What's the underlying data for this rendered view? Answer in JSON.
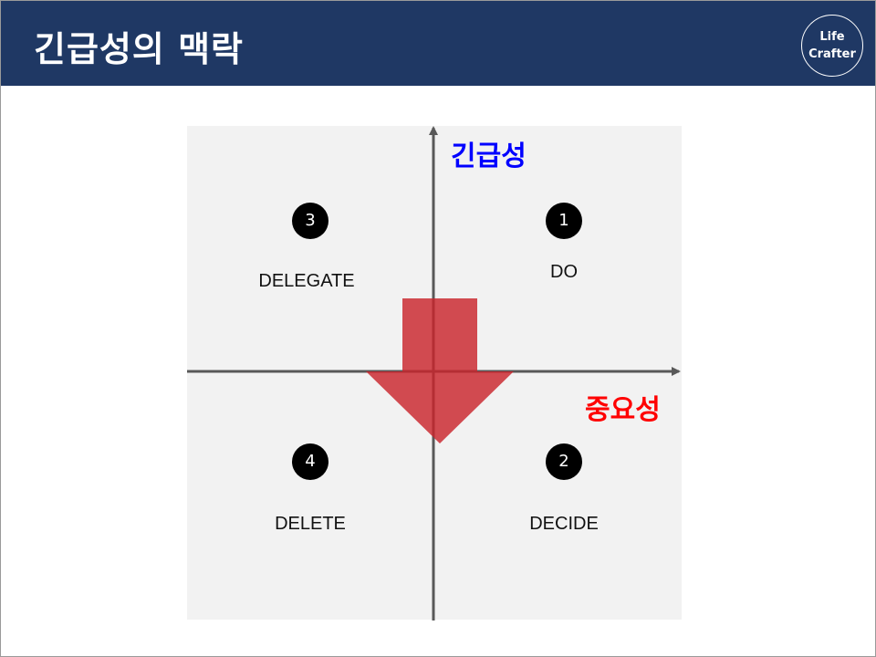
{
  "header": {
    "title": "긴급성의 맥락",
    "logo_line1": "Life",
    "logo_line2": "Crafter"
  },
  "axes": {
    "y_label": "긴급성",
    "y_color": "#0000ff",
    "x_label": "중요성",
    "x_color": "#ff0000"
  },
  "quadrants": [
    {
      "number": "1",
      "label": "DO"
    },
    {
      "number": "2",
      "label": "DECIDE"
    },
    {
      "number": "3",
      "label": "DELEGATE"
    },
    {
      "number": "4",
      "label": "DELETE"
    }
  ],
  "colors": {
    "header_bg": "#1f3864",
    "arrow": "#c9252c",
    "panel": "#f2f2f2"
  }
}
